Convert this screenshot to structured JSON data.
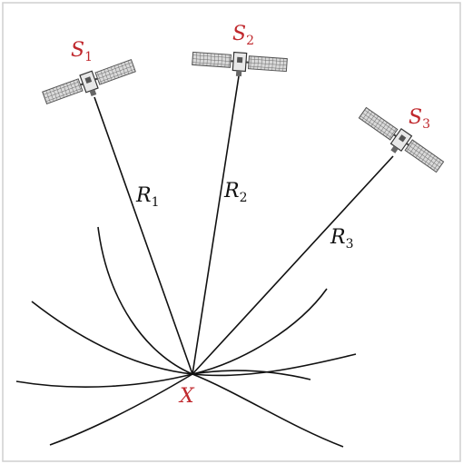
{
  "satellites": [
    {
      "name": "S",
      "index": "1"
    },
    {
      "name": "S",
      "index": "2"
    },
    {
      "name": "S",
      "index": "3"
    }
  ],
  "ranges": [
    {
      "name": "R",
      "index": "1"
    },
    {
      "name": "R",
      "index": "2"
    },
    {
      "name": "R",
      "index": "3"
    }
  ],
  "receiver": {
    "label": "X"
  },
  "colors": {
    "accent": "#c0282d",
    "line": "#111111",
    "frame": "#cfcfcf",
    "panel": "#8a8a8a"
  }
}
